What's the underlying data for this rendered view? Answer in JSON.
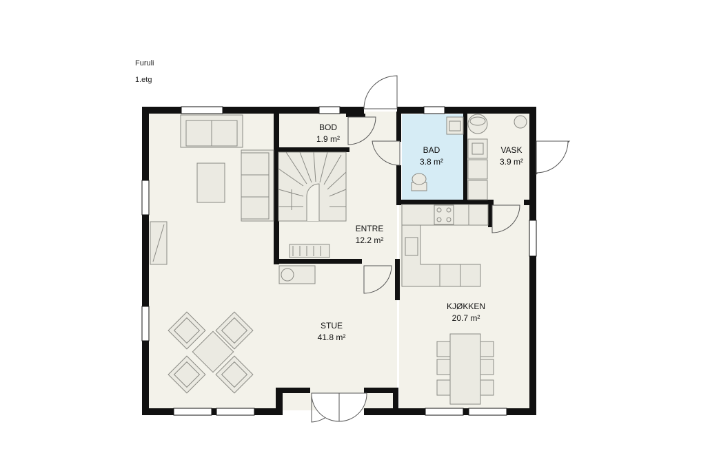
{
  "header": {
    "house_name": "Furuli",
    "floor": "1.etg"
  },
  "rooms": {
    "bod": {
      "name": "BOD",
      "area": "1.9 m²"
    },
    "bad": {
      "name": "BAD",
      "area": "3.8 m²"
    },
    "vask": {
      "name": "VASK",
      "area": "3.9 m²"
    },
    "entre": {
      "name": "ENTRE",
      "area": "12.2 m²"
    },
    "kjokken": {
      "name": "KJØKKEN",
      "area": "20.7 m²"
    },
    "stue": {
      "name": "STUE",
      "area": "41.8 m²"
    }
  },
  "colors": {
    "floor": "#f3f2ea",
    "bathroom": "#d6ecf5",
    "wall": "#111111",
    "furniture": "#ebeae2",
    "furniture_stroke": "#8a8a84"
  }
}
